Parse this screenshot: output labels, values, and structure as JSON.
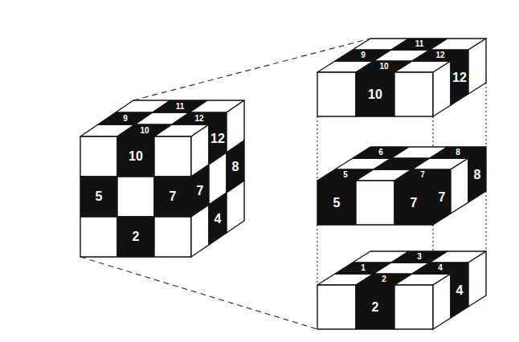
{
  "diagram": {
    "labels": [
      "9",
      "11",
      "10",
      "12",
      "10",
      "12",
      "5",
      "7",
      "7",
      "8",
      "2",
      "4",
      "11",
      "9",
      "12",
      "10",
      "10",
      "12",
      "6",
      "5",
      "7",
      "8",
      "5",
      "7",
      "7",
      "8",
      "3",
      "1",
      "2",
      "4",
      "2",
      "4"
    ]
  }
}
